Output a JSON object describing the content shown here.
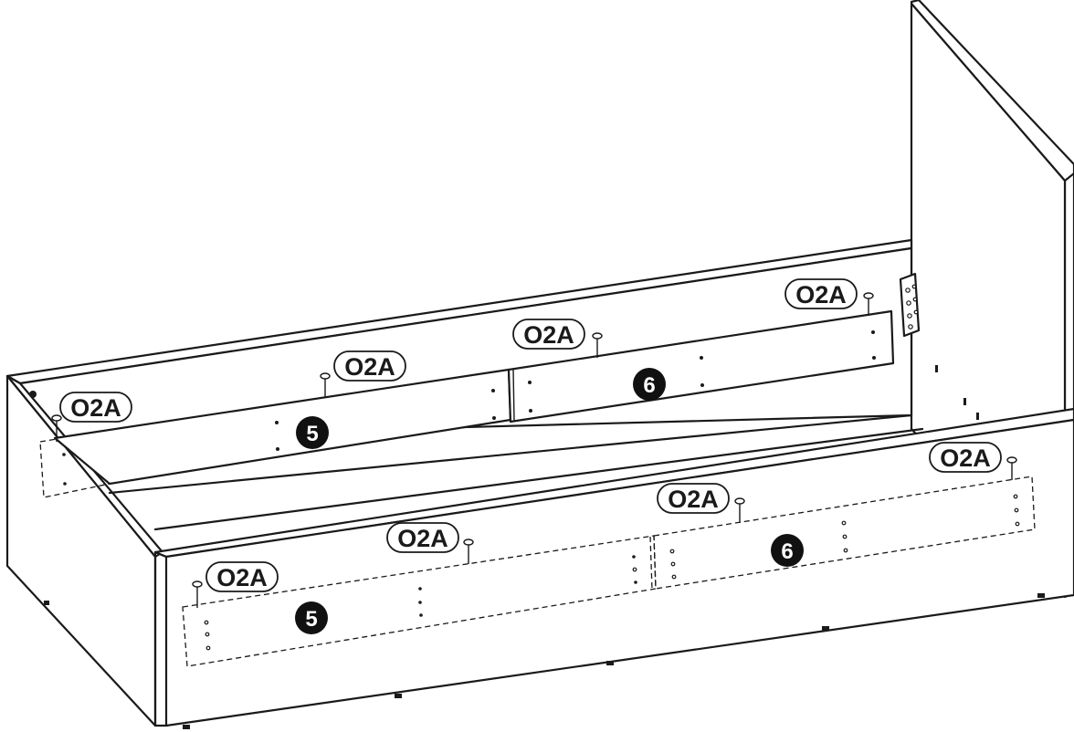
{
  "fastener_label": "O2A",
  "part_labels": {
    "part_5": "5",
    "part_6": "6"
  },
  "colors": {
    "line": "#1a1a1a",
    "background": "#ffffff",
    "badge": "#111111"
  }
}
